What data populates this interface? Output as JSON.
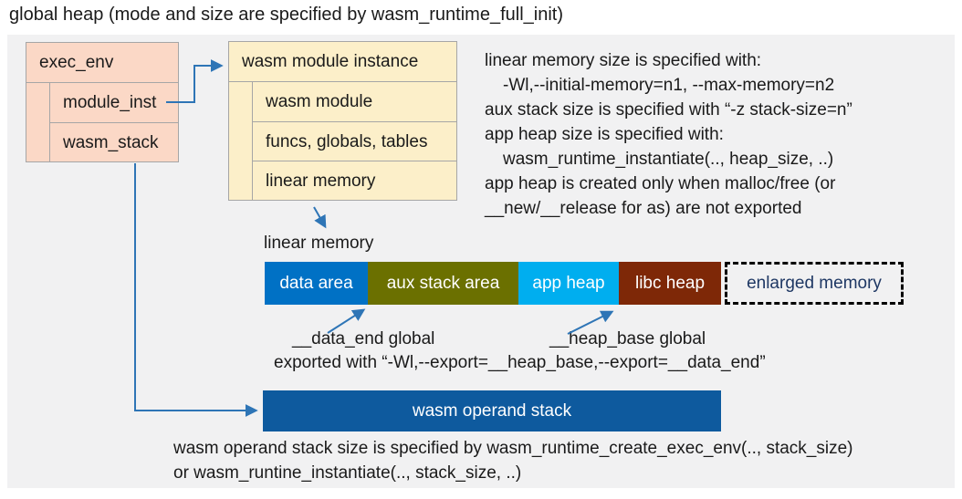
{
  "title": "global heap (mode and size are specified by wasm_runtime_full_init)",
  "exec_env": {
    "header": "exec_env",
    "rows": [
      "module_inst",
      "wasm_stack"
    ]
  },
  "module_instance": {
    "header": "wasm module instance",
    "rows": [
      "wasm module",
      "funcs, globals, tables",
      "linear memory"
    ]
  },
  "notes": {
    "lines": [
      "linear memory size is specified with:",
      "-Wl,--initial-memory=n1, --max-memory=n2",
      "aux stack size is specified with “-z stack-size=n”",
      "app heap size is specified with:",
      "wasm_runtime_instantiate(.., heap_size, ..)",
      "app heap is created only when malloc/free (or",
      "__new/__release for as) are not exported"
    ]
  },
  "linear_memory": {
    "label": "linear memory",
    "segments": [
      {
        "label": "data area",
        "color": "#0071C5"
      },
      {
        "label": "aux stack area",
        "color": "#6B7000"
      },
      {
        "label": "app heap",
        "color": "#00AEEF"
      },
      {
        "label": "libc heap",
        "color": "#7E2807"
      },
      {
        "label": "enlarged memory",
        "color": "transparent",
        "text_color": "#1F3864",
        "border_style": "dashed"
      }
    ],
    "data_end_label": "__data_end global",
    "heap_base_label": "__heap_base global",
    "export_note": "exported with “-Wl,--export=__heap_base,--export=__data_end”"
  },
  "operand_stack": {
    "label": "wasm operand stack",
    "color": "#0E5A9E",
    "notes": [
      "wasm operand stack size is specified by wasm_runtime_create_exec_env(.., stack_size)",
      "or wasm_runtine_instantiate(.., stack_size, ..)"
    ]
  },
  "colors": {
    "arrow": "#2E75B6",
    "exec_env_fill": "#FBD8C6",
    "module_instance_fill": "#FCEFC9",
    "panel_bg": "#F1F1F2",
    "box_border": "#A6A6A6",
    "text": "#1a1a1a"
  }
}
